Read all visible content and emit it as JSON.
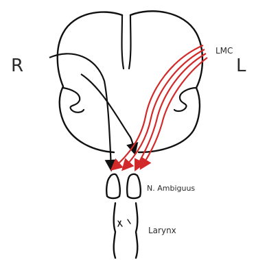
{
  "labels": {
    "side_right": "R",
    "side_left": "L",
    "lmc": "LMC",
    "nucleus": "N. Ambiguus",
    "larynx": "Larynx"
  },
  "colors": {
    "ink": "#111111",
    "pathway_red": "#d22a2a"
  },
  "structures": [
    "cerebrum-outline",
    "nucleus-ambiguus-right",
    "nucleus-ambiguus-left",
    "larynx-outline"
  ],
  "pathways": [
    {
      "color": "ink",
      "from": "right hemisphere",
      "to": "nucleus ambiguus (bilateral)"
    },
    {
      "color": "pathway_red",
      "from": "LMC (left hemisphere)",
      "to": "nucleus ambiguus (bilateral)"
    }
  ]
}
